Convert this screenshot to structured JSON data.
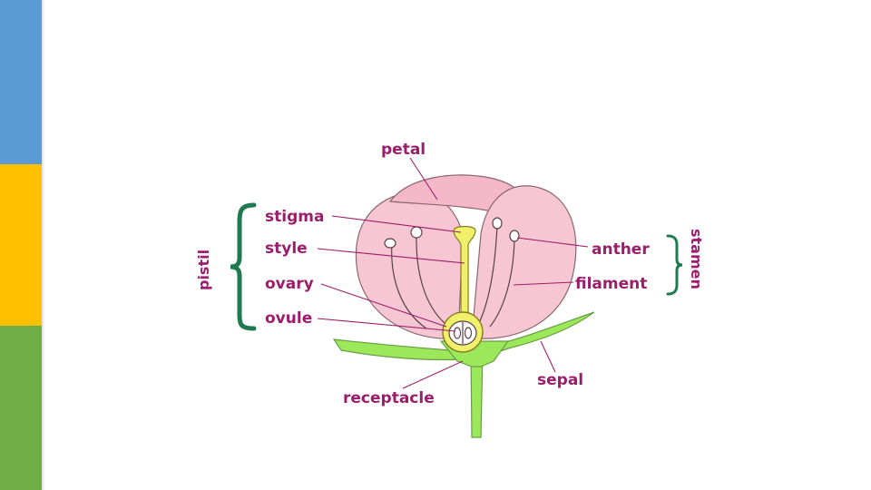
{
  "colors": {
    "strip_blue": "#5b9bd5",
    "strip_yellow": "#ffc000",
    "strip_green": "#70ad47",
    "label": "#9c1d6b",
    "petal": "#f7c6d3",
    "petal_stroke": "#8a6670",
    "pistil": "#f1f06a",
    "sepal": "#9be85a",
    "bracket": "#1f7a50"
  },
  "diagram": {
    "labels": {
      "petal": "petal",
      "stigma": "stigma",
      "style": "style",
      "ovary": "ovary",
      "ovule": "ovule",
      "anther": "anther",
      "filament": "filament",
      "sepal": "sepal",
      "receptacle": "receptacle"
    },
    "groups": {
      "pistil": "pistil",
      "stamen": "stamen"
    }
  }
}
